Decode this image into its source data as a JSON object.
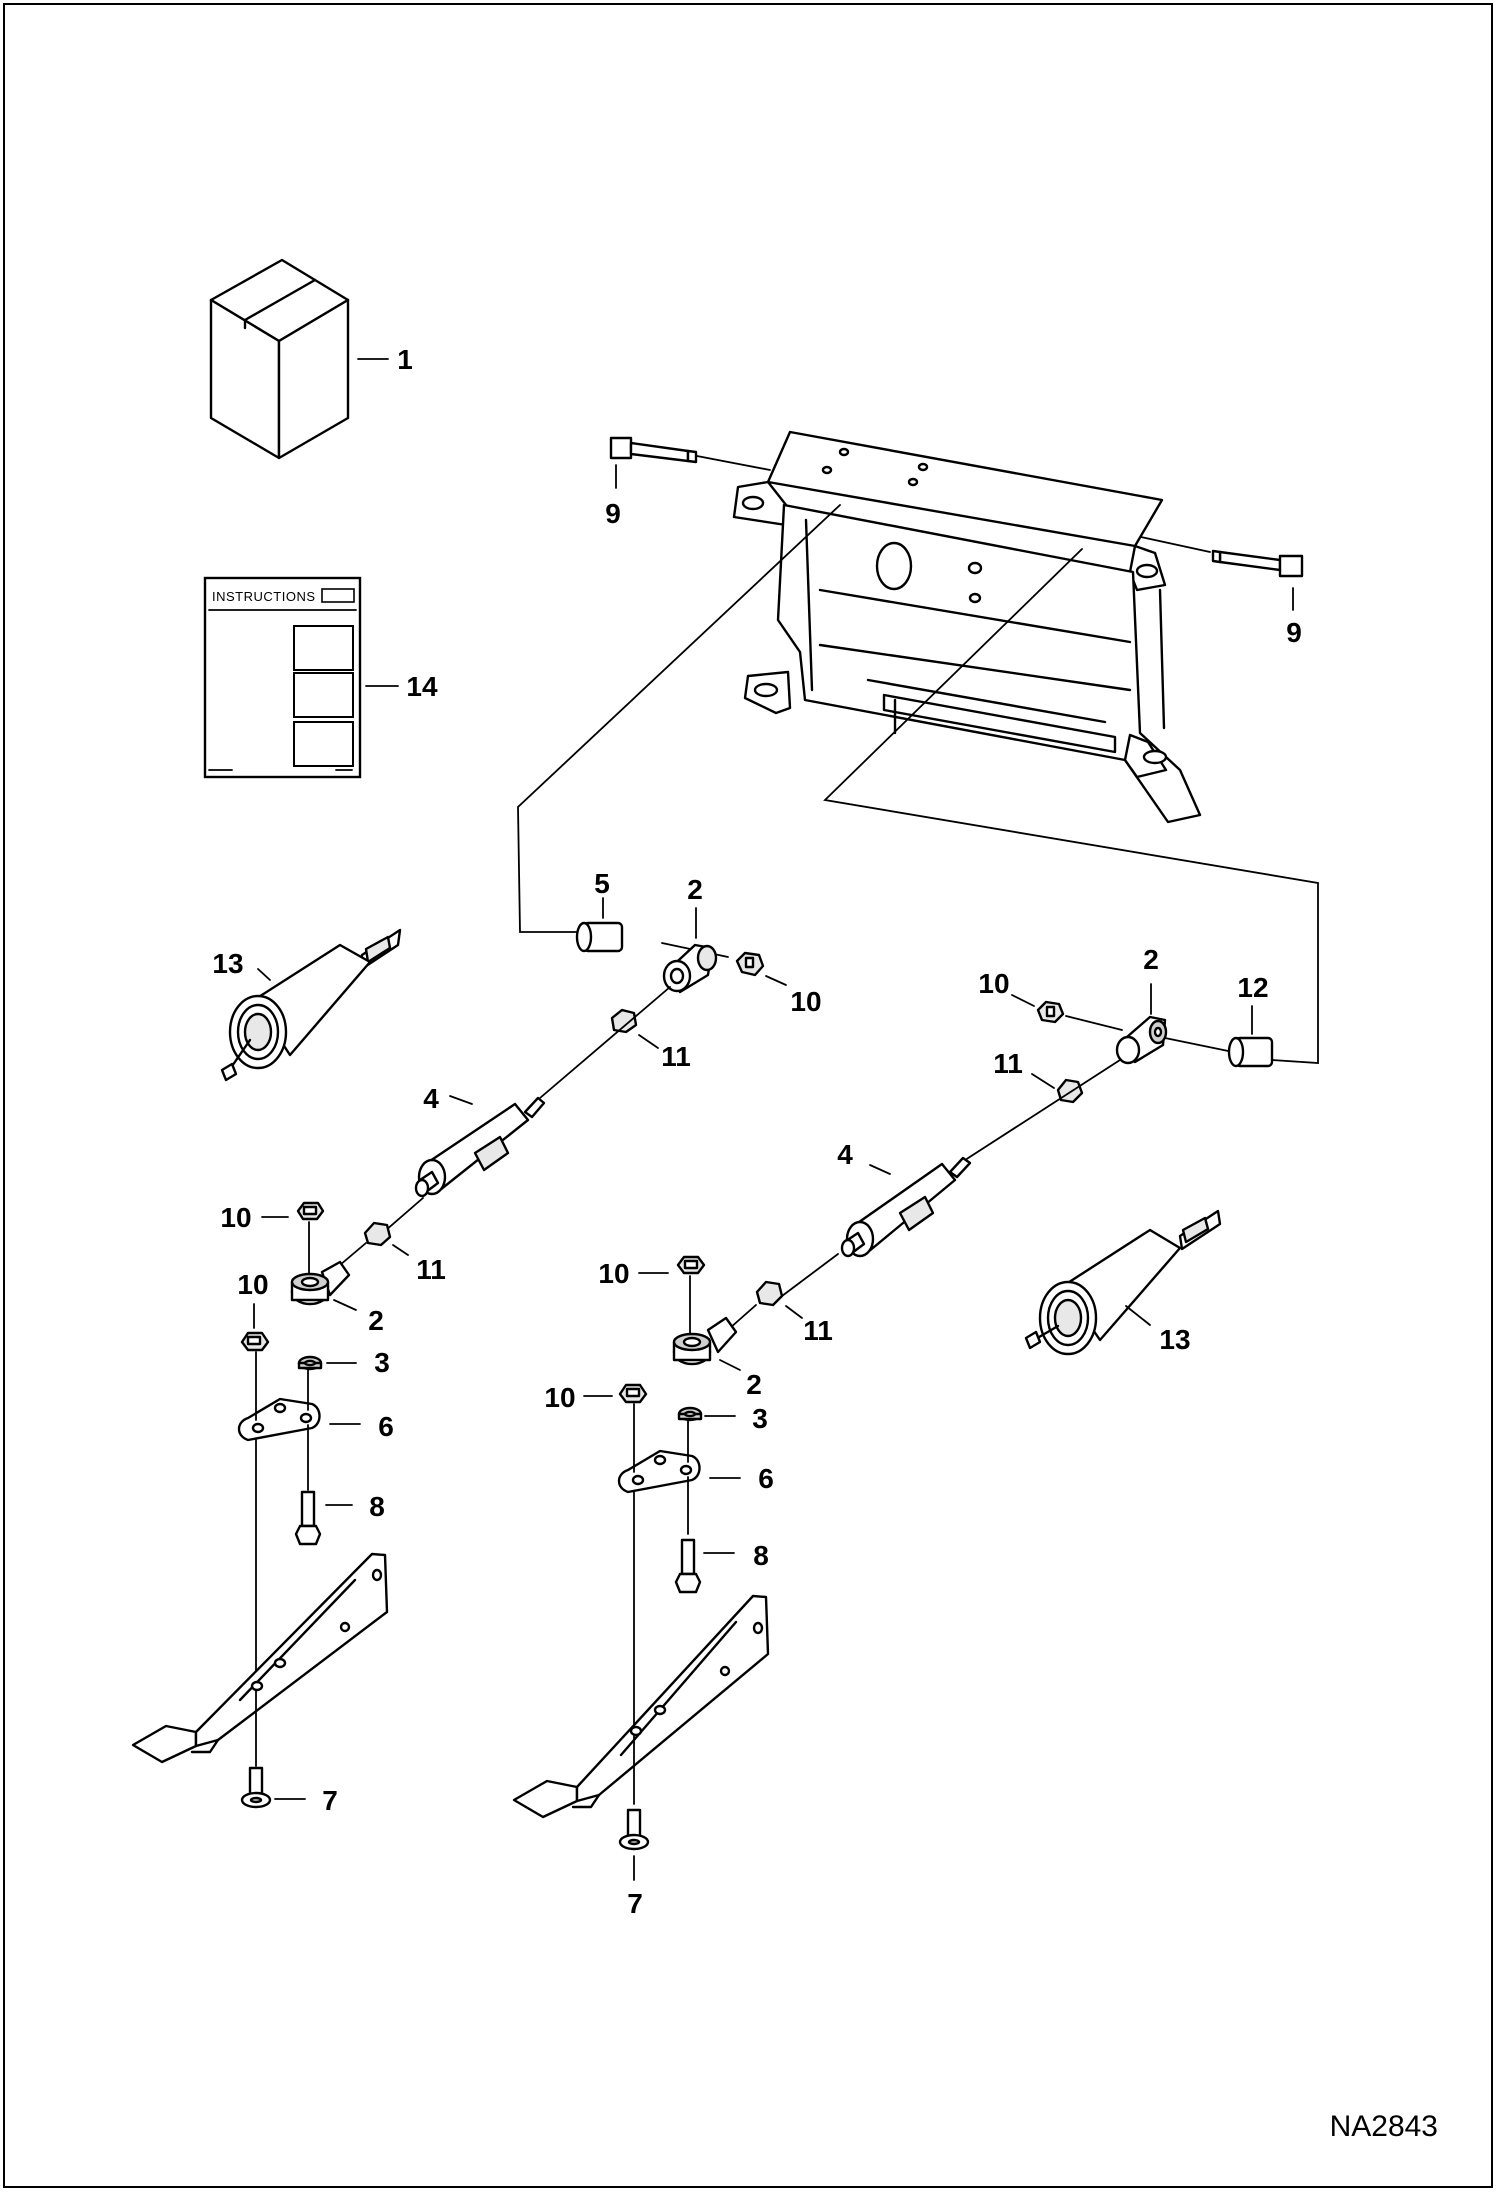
{
  "drawing_code": "NA2843",
  "manual_label": "INSTRUCTIONS",
  "callouts": {
    "box": "1",
    "manual": "14",
    "bolt_left_top": "9",
    "bolt_right_top": "9",
    "spacer_left": "5",
    "rod_end_top_left": "2",
    "nut_top_left": "10",
    "jam_nut_top_left": "11",
    "rod_end_top_right": "2",
    "nut_top_right": "10",
    "spacer_right": "12",
    "jam_nut_top_right": "11",
    "spring_left": "13",
    "spring_right": "13",
    "cylinder_left": "4",
    "cylinder_right": "4",
    "nut_l_a": "10",
    "nut_l_b": "10",
    "jam_nut_low_left": "11",
    "rod_end_low_left": "2",
    "washer_left": "3",
    "plate_left": "6",
    "screw_left": "8",
    "bolt_low_left": "7",
    "nut_r_a": "10",
    "nut_r_b": "10",
    "jam_nut_low_right": "11",
    "rod_end_low_right": "2",
    "washer_right": "3",
    "plate_right": "6",
    "screw_right": "8",
    "bolt_low_right": "7"
  }
}
